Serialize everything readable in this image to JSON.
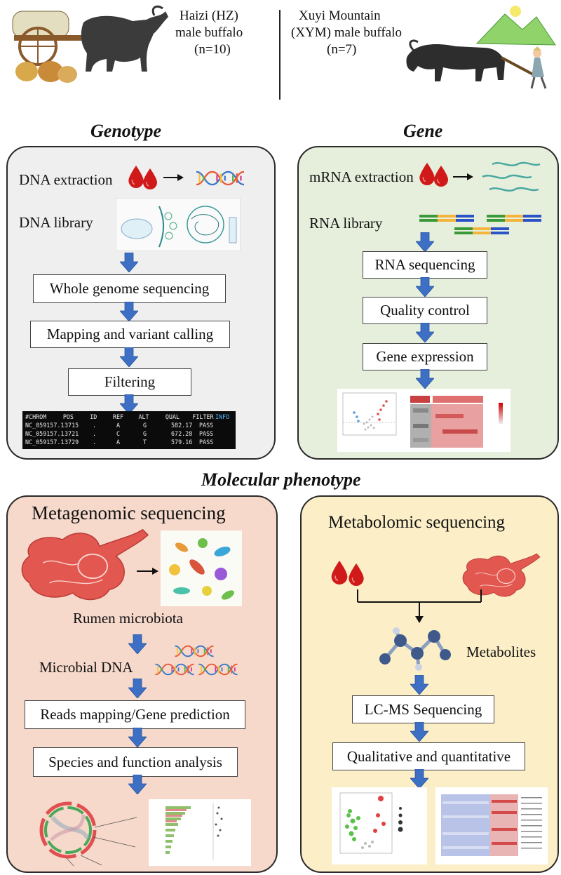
{
  "header": {
    "hz_line1": "Haizi (HZ)",
    "hz_line2": "male buffalo",
    "hz_line3": "(n=10)",
    "xym_line1": "Xuyi Mountain",
    "xym_line2": "(XYM) male buffalo",
    "xym_line3": "(n=7)"
  },
  "sections": {
    "genotype": "Genotype",
    "gene": "Gene",
    "molecular": "Molecular phenotype"
  },
  "genotype": {
    "dna_extraction": "DNA extraction",
    "dna_library": "DNA library",
    "step1": "Whole genome sequencing",
    "step2": "Mapping and variant calling",
    "step3": "Filtering",
    "vcf": {
      "header": [
        "#CHROM",
        "POS",
        "ID",
        "REF",
        "ALT",
        "QUAL",
        "FILTER",
        "INFO"
      ],
      "rows": [
        [
          "NC_059157.1",
          "3715",
          ".",
          "A",
          "G",
          "582.17",
          "PASS"
        ],
        [
          "NC_059157.1",
          "3721",
          ".",
          "C",
          "G",
          "672.28",
          "PASS"
        ],
        [
          "NC_059157.1",
          "3729",
          ".",
          "A",
          "T",
          "579.16",
          "PASS"
        ]
      ]
    }
  },
  "gene": {
    "mrna_extraction": "mRNA extraction",
    "rna_library": "RNA library",
    "step1": "RNA sequencing",
    "step2": "Quality control",
    "step3": "Gene expression"
  },
  "metagenomic": {
    "title": "Metagenomic sequencing",
    "rumen_microbiota": "Rumen microbiota",
    "microbial_dna": "Microbial DNA",
    "step1": "Reads mapping/Gene prediction",
    "step2": "Species and function analysis"
  },
  "metabolomic": {
    "title": "Metabolomic sequencing",
    "metabolites": "Metabolites",
    "step1": "LC-MS Sequencing",
    "step2": "Qualitative and quantitative"
  },
  "colors": {
    "genotype_panel": "#efefef",
    "gene_panel": "#e6efdc",
    "meta_panel": "#f6d9cb",
    "metab_panel": "#fcefc8",
    "arrow_blue": "#3d6fc4",
    "blood_red": "#d01a1a",
    "rumen_red": "#e2574f"
  }
}
